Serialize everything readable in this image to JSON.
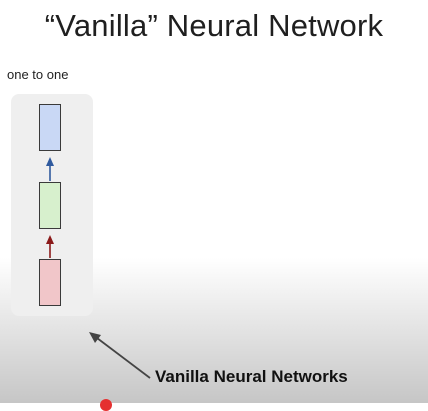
{
  "slide": {
    "title": "“Vanilla” Neural Network",
    "subtitle": "one to one",
    "annotation": "Vanilla Neural Networks"
  },
  "diagram": {
    "boxes": [
      {
        "role": "output",
        "color": "#c9d8f5"
      },
      {
        "role": "hidden",
        "color": "#d7f0cd"
      },
      {
        "role": "input",
        "color": "#f1c6c9"
      }
    ],
    "arrows": [
      {
        "from": "input",
        "to": "hidden",
        "color": "#8b1a1a"
      },
      {
        "from": "hidden",
        "to": "output",
        "color": "#2f5a9e"
      }
    ],
    "panel_color": "#efefef",
    "pointer_color": "#444444"
  }
}
